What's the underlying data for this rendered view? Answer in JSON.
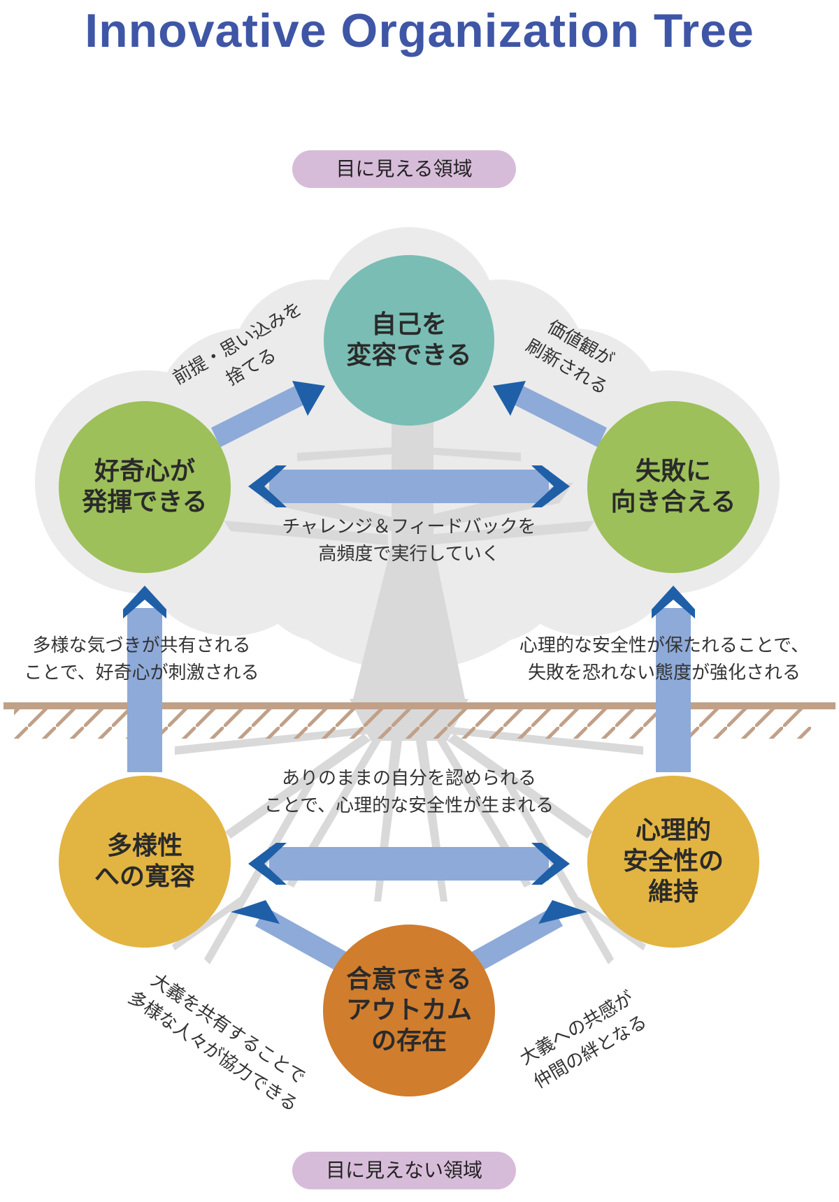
{
  "title": "Innovative Organization Tree",
  "zones": {
    "visible": "目に見える領域",
    "invisible": "目に見えない領域"
  },
  "nodes": {
    "self_change": [
      "自己を",
      "変容できる"
    ],
    "curiosity": [
      "好奇心が",
      "発揮できる"
    ],
    "failure": [
      "失敗に",
      "向き合える"
    ],
    "diversity": [
      "多様性",
      "への寛容"
    ],
    "safety": [
      "心理的",
      "安全性の",
      "維持"
    ],
    "outcome": [
      "合意できる",
      "アウトカム",
      "の存在"
    ]
  },
  "annotations": {
    "discard_assumptions": [
      "前提・思い込みを",
      "捨てる"
    ],
    "values_renewed": [
      "価値観が",
      "刷新される"
    ],
    "challenge_feedback": [
      "チャレンジ＆フィードバックを",
      "高頻度で実行していく"
    ],
    "diversity_curiosity": [
      "多様な気づきが共有される",
      "ことで、好奇心が刺激される"
    ],
    "safety_failure": [
      "心理的な安全性が保たれることで、",
      "失敗を恐れない態度が強化される"
    ],
    "accept_self": [
      "ありのままの自分を認められる",
      "ことで、心理的な安全性が生まれる"
    ],
    "shared_purpose": [
      "大義を共有することで",
      "多様な人々が協力できる"
    ],
    "empathy_bond": [
      "大義への共感が",
      "仲間の絆となる"
    ]
  },
  "colors": {
    "title": "#3f56a6",
    "teal": "#7abdb4",
    "green": "#9dc05a",
    "gold": "#e2b442",
    "orange": "#d07d2d",
    "arrow_light": "#8eaad8",
    "arrow_dark": "#1f5fa8",
    "ground": "#c1a088",
    "cloud": "#ebebeb",
    "trunk": "#d9d9d9",
    "pill": "#d7bcd9"
  }
}
